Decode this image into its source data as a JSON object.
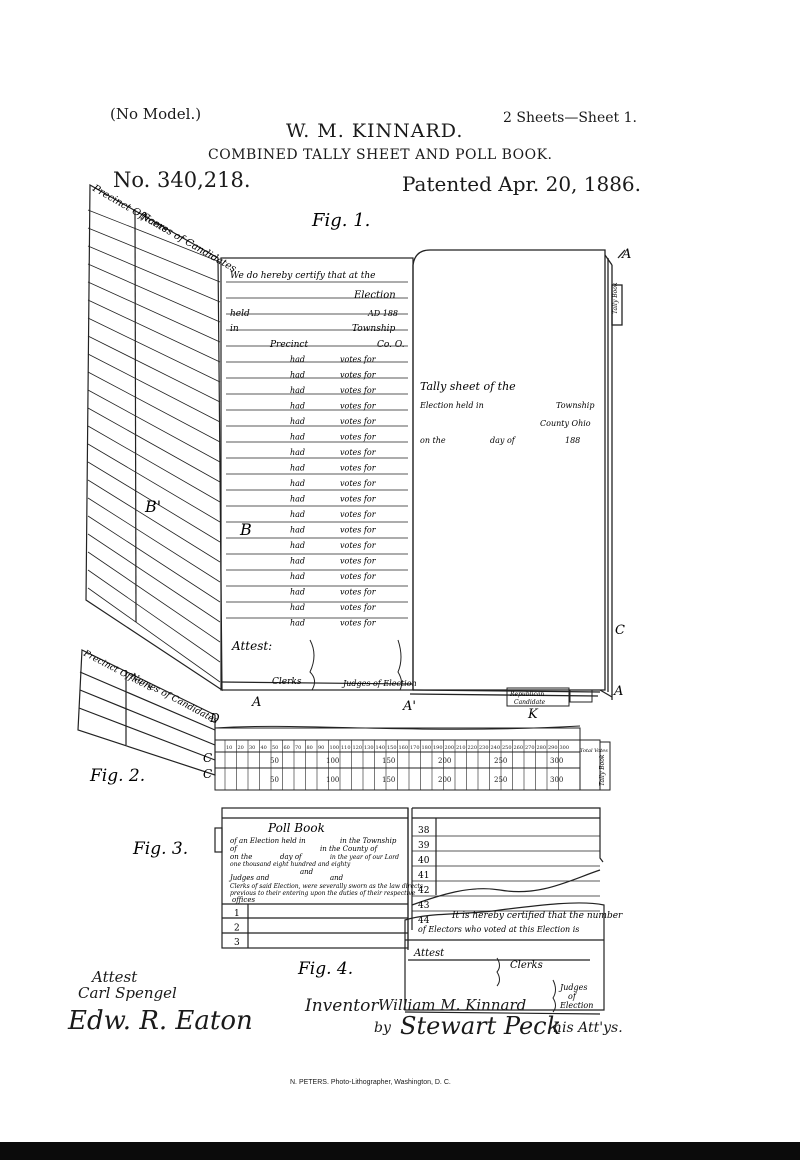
{
  "header": {
    "no_model": "(No Model.)",
    "sheets": "2 Sheets—Sheet 1.",
    "inventor": "W. M. KINNARD.",
    "title": "COMBINED TALLY SHEET AND POLL BOOK.",
    "patent_no": "No. 340,218.",
    "patented": "Patented Apr. 20, 1886."
  },
  "fig1": {
    "label": "Fig. 1.",
    "left_header_1": "Precinct Officers",
    "left_header_2": "Names of Candidates",
    "cert_lines": [
      "We do hereby certify that at the",
      "Election",
      "held",
      "AD 188",
      "in",
      "Township",
      "Precinct",
      "Co. O."
    ],
    "had": "had",
    "votes_for": "votes for",
    "attest": "Attest:",
    "clerks": "Clerks",
    "judges": "Judges of Election",
    "tally_lines": [
      "Tally sheet of the",
      "Election held in",
      "Township",
      "County Ohio",
      "on the",
      "day of",
      "188"
    ],
    "spine_label": "Tally Book",
    "rep_label_1": "Republican",
    "rep_label_2": "Candidate",
    "ref_A": "A",
    "ref_A1": "A'",
    "ref_B": "B",
    "ref_B1": "B'",
    "ref_C": "C",
    "ref_K": "K"
  },
  "fig2": {
    "label": "Fig. 2.",
    "left_header_1": "Precinct Officers",
    "left_header_2": "Names of Candidates",
    "ref_D": "D",
    "ref_C": "C",
    "tally_numbers": [
      "10",
      "20",
      "30",
      "40",
      "50",
      "60",
      "70",
      "80",
      "90",
      "100",
      "110",
      "120",
      "130",
      "140",
      "150",
      "160",
      "170",
      "180",
      "190",
      "200",
      "210",
      "220",
      "230",
      "240",
      "250",
      "260",
      "270",
      "280",
      "290",
      "300"
    ],
    "row_marks": [
      "50",
      "100",
      "150",
      "200",
      "250",
      "300"
    ],
    "total_label": "Total Votes",
    "spine_label": "Tally Book"
  },
  "fig3": {
    "label": "Fig. 3.",
    "title": "Poll Book",
    "text_lines": [
      "of an Election held in",
      "in the Township",
      "of",
      "in the County of",
      "on the",
      "day of",
      "in the year of our Lord",
      "one thousand eight hundred and eighty",
      "and",
      "Judges and",
      "and",
      "Clerks of said Election, were severally sworn as the law directs",
      "previous to their entering upon the duties of their respective",
      "offices"
    ],
    "left_numbers": [
      "1",
      "2",
      "3"
    ],
    "right_numbers": [
      "38",
      "39",
      "40",
      "41",
      "42",
      "43",
      "44"
    ]
  },
  "fig4": {
    "label": "Fig. 4.",
    "cert_1": "It is hereby certified that the number",
    "cert_2": "of Electors who voted at this Election is",
    "attest": "Attest",
    "clerks": "Clerks",
    "judges_1": "Judges",
    "judges_2": "of",
    "judges_3": "Election"
  },
  "signatures": {
    "attest": "Attest",
    "witness_1": "Carl Spengel",
    "witness_2": "Edw. R. Eaton",
    "inventor_label": "Inventor",
    "inventor_name": "William M. Kinnard",
    "by": "by",
    "attorney": "Stewart Peck",
    "his_attys": "his Att'ys."
  },
  "footer": {
    "lithographer": "N. PETERS. Photo-Lithographer, Washington, D. C."
  }
}
